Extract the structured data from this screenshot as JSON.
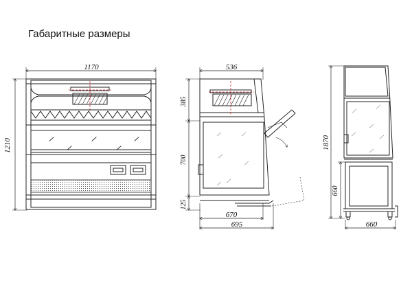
{
  "title": "Габаритные размеры",
  "colors": {
    "line": "#222222",
    "accent": "#d21f1f",
    "background": "#ffffff"
  },
  "front_view": {
    "width": "1170",
    "height": "1210"
  },
  "side_view": {
    "top_width": "536",
    "height_top": "385",
    "height_mid": "700",
    "height_bottom": "125",
    "depth_inner": "670",
    "depth_outer": "695"
  },
  "stand_view": {
    "height_total": "1870",
    "stand_height": "660",
    "stand_depth": "660"
  }
}
